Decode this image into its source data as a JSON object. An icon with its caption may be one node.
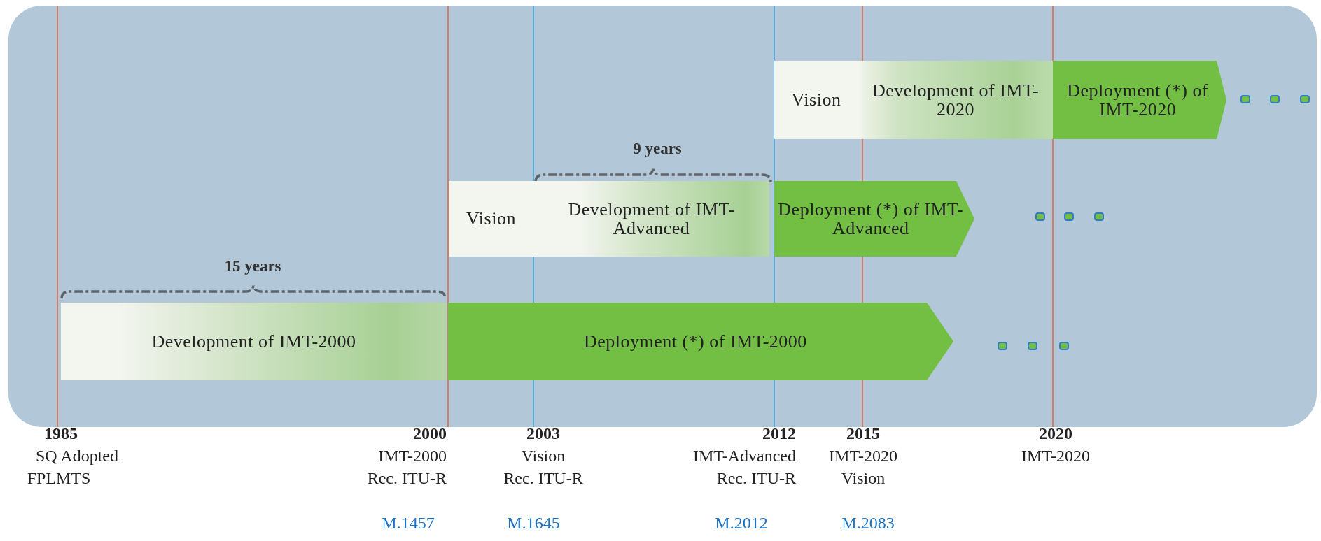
{
  "diagram": {
    "nodes": [
      {
        "text": [
          "Development of IMT-2000"
        ]
      },
      {
        "text": [
          "Deployment (*) of IMT-2000"
        ]
      },
      {
        "text": [
          "Vision"
        ]
      },
      {
        "text": [
          "Development of IMT-Advanced"
        ]
      },
      {
        "text": [
          "Deployment (*) of IMT-Advanced"
        ]
      },
      {
        "text": [
          "Vision"
        ]
      },
      {
        "text": [
          "Development of IMT-2020"
        ]
      },
      {
        "text": [
          "Deployment (*) of IMT-2020"
        ]
      }
    ],
    "edges": [],
    "labels": [
      "9 years",
      "15 years",
      "1985",
      "SQ Adopted",
      "FPLMTS",
      "2000",
      "IMT-2000",
      "Rec. ITU-R",
      "2003",
      "Vision",
      "Rec. ITU-R",
      "2012",
      "IMT-Advanced",
      "Rec. ITU-R",
      "2015",
      "IMT-2020",
      "Vision",
      "2020",
      "IMT-2020",
      "M.1457",
      "M.1645",
      "M.2012",
      "M.2083"
    ]
  }
}
